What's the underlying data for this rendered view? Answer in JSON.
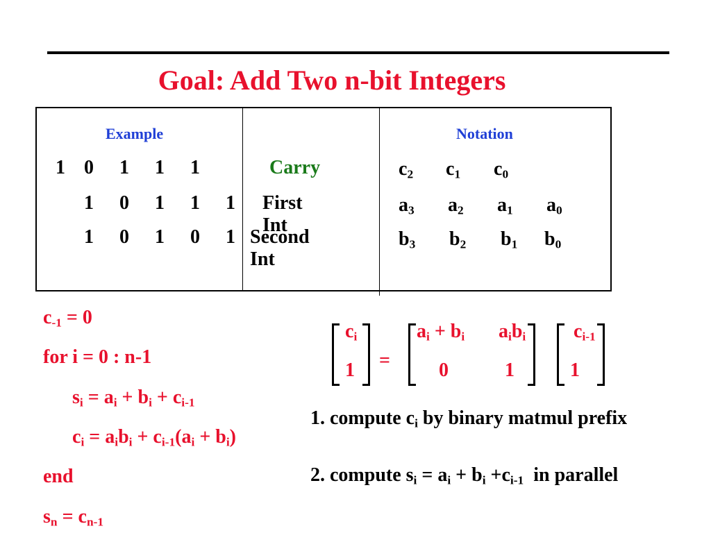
{
  "title": "Goal: Add Two n-bit Integers",
  "table": {
    "example_header": "Example",
    "notation_header": "Notation",
    "carry_bits": [
      "1",
      "0",
      "1",
      "1",
      "1"
    ],
    "first_bits": [
      "1",
      "0",
      "1",
      "1",
      "1"
    ],
    "second_bits": [
      "1",
      "0",
      "1",
      "0",
      "1"
    ],
    "labels": [
      "Carry",
      "First Int",
      "Second Int"
    ],
    "notation_rows": [
      {
        "sym": "c",
        "subs": [
          "2",
          "1",
          "0"
        ]
      },
      {
        "sym": "a",
        "subs": [
          "3",
          "2",
          "1",
          "0"
        ]
      },
      {
        "sym": "b",
        "subs": [
          "3",
          "2",
          "1",
          "0"
        ]
      }
    ]
  },
  "code": {
    "init_lhs": "c",
    "init_sub": "-1",
    "init_rhs": " = 0",
    "for_line": "for i = 0 : n-1",
    "end_line": "end"
  },
  "colors": {
    "title": "#e8112d",
    "header": "#1f3fd6",
    "carry": "#1a7a1a",
    "code": "#e8112d"
  },
  "steps": {
    "step1_prefix": "1.  compute c",
    "step1_sub": "i",
    "step1_suffix": " by binary matmul prefix",
    "step2_text": "2.  compute s"
  },
  "matrix": {
    "lhs": [
      "c",
      "1"
    ],
    "rhs_top": [
      "a",
      "+ b",
      "a",
      "b"
    ],
    "rhs_bottom": [
      "0",
      "1"
    ],
    "vec": [
      "c",
      "1"
    ],
    "eq": "="
  }
}
